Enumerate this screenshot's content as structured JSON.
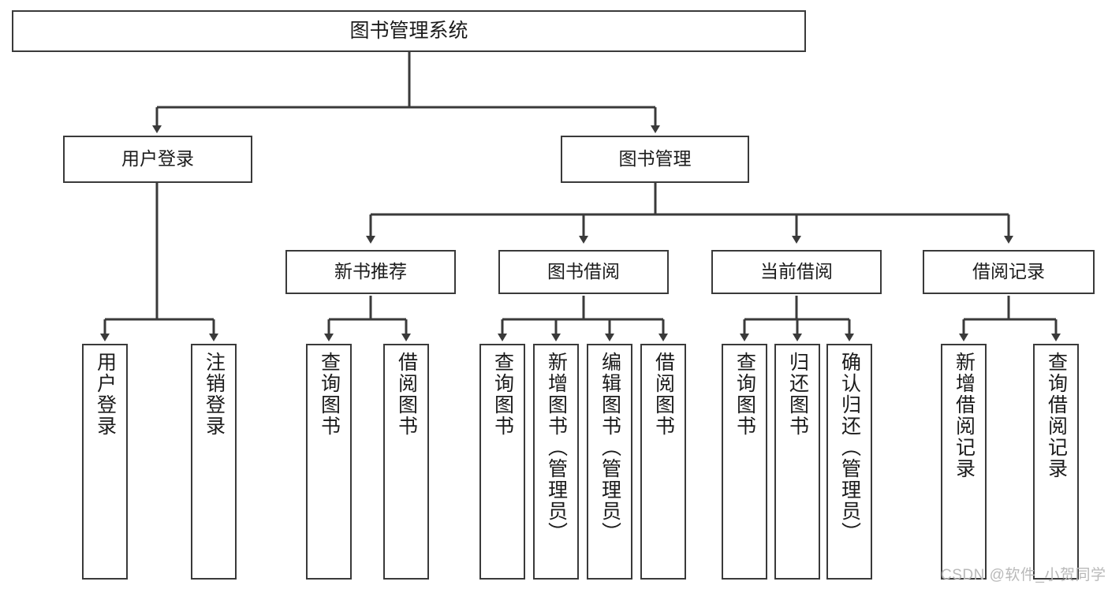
{
  "diagram": {
    "type": "tree-hierarchy-chart",
    "title": "图书管理系统",
    "stroke_color": "#3a3a3a",
    "text_color": "#1b1b1b",
    "background": "#ffffff"
  },
  "nodes": {
    "root": {
      "label": "图书管理系统"
    },
    "level1": [
      {
        "label": "用户登录"
      },
      {
        "label": "图书管理"
      }
    ],
    "level2": [
      {
        "label": "新书推荐"
      },
      {
        "label": "图书借阅"
      },
      {
        "label": "当前借阅"
      },
      {
        "label": "借阅记录"
      }
    ],
    "leaves": {
      "user_login": [
        {
          "label": "用户登录"
        },
        {
          "label": "注销登录"
        }
      ],
      "new_book_recommend": [
        {
          "label": "查询图书"
        },
        {
          "label": "借阅图书"
        }
      ],
      "book_borrow": [
        {
          "label": "查询图书"
        },
        {
          "label": "新增图书（管理员）"
        },
        {
          "label": "编辑图书（管理员）"
        },
        {
          "label": "借阅图书"
        }
      ],
      "current_borrow": [
        {
          "label": "查询图书"
        },
        {
          "label": "归还图书"
        },
        {
          "label": "确认归还（管理员）"
        }
      ],
      "borrow_record": [
        {
          "label": "新增借阅记录"
        },
        {
          "label": "查询借阅记录"
        }
      ]
    }
  },
  "watermark": {
    "text": "CSDN @软件_小贺同学"
  }
}
